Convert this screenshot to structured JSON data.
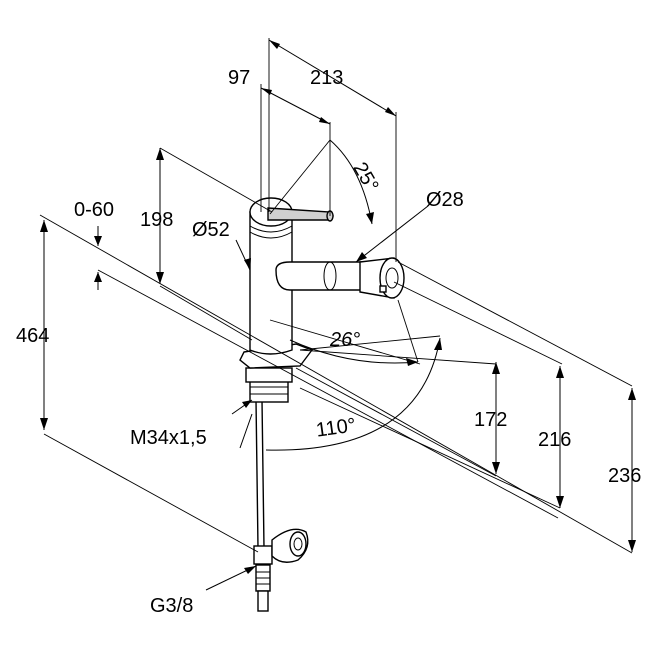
{
  "labels": {
    "dim_97": "97",
    "dim_213": "213",
    "dim_25deg": "25°",
    "dim_d28": "Ø28",
    "dim_0_60": "0-60",
    "dim_198": "198",
    "dim_d52": "Ø52",
    "dim_464": "464",
    "dim_26deg": "26°",
    "dim_172": "172",
    "dim_216": "216",
    "dim_236": "236",
    "dim_110deg": "110°",
    "thread_m34": "M34x1,5",
    "thread_g38": "G3/8"
  },
  "colors": {
    "line": "#000000",
    "fill": "#ffffff",
    "handle": "#c8c8c8"
  }
}
